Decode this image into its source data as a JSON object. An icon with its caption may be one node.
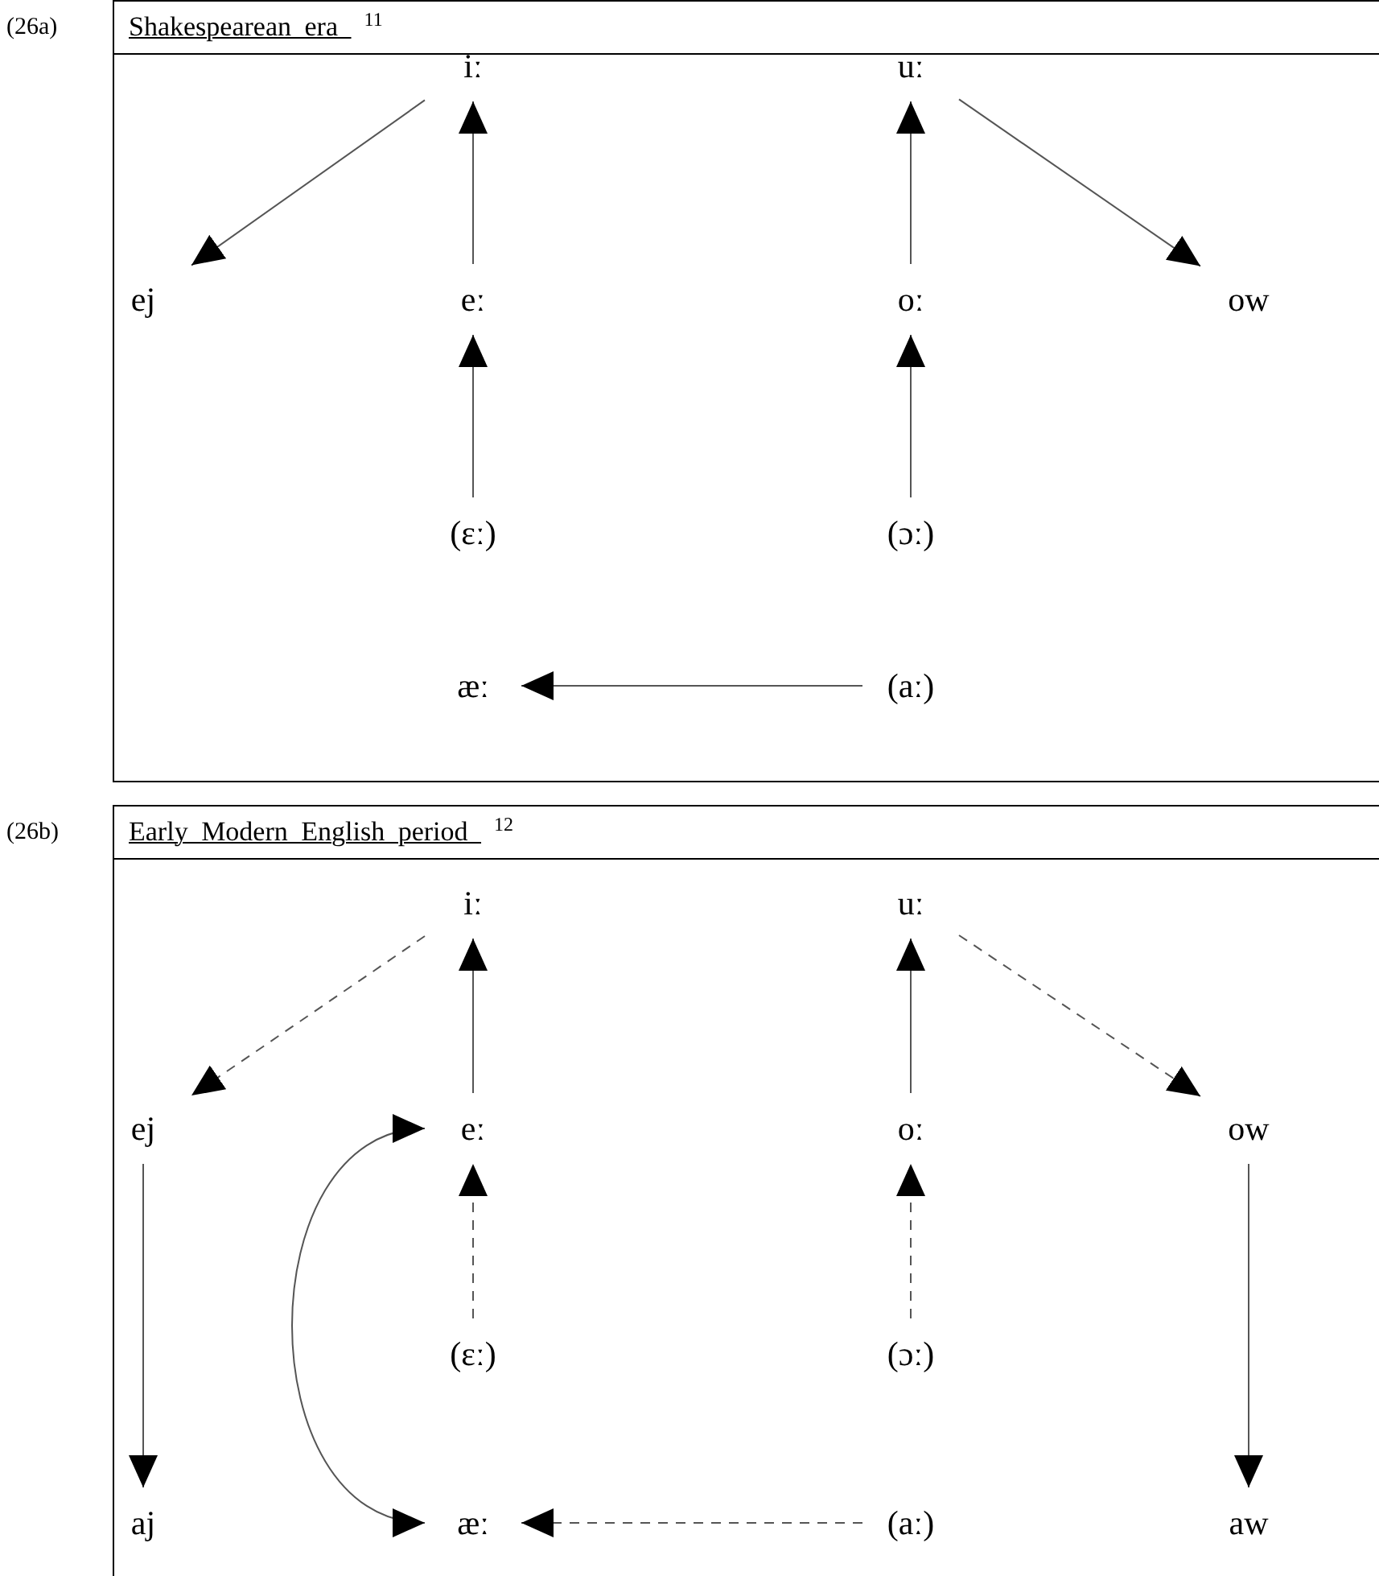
{
  "diagram": {
    "nodes": [
      {
        "text": [
          "Shakespearean era $^{11}$"
        ]
      },
      {
        "text": [
          "iː"
        ],
        "in": 0
      },
      {
        "text": [
          "uː"
        ],
        "in": 0
      },
      {
        "text": [
          "ej"
        ],
        "in": 0
      },
      {
        "text": [
          "eː"
        ],
        "in": 0
      },
      {
        "text": [
          "oː"
        ],
        "in": 0
      },
      {
        "text": [
          "ow"
        ],
        "in": 0
      },
      {
        "text": [
          "(ɛː)"
        ],
        "in": 0
      },
      {
        "text": [
          "(ɔː)"
        ],
        "in": 0
      },
      {
        "text": [
          "æː"
        ],
        "in": 0
      },
      {
        "text": [
          "(aː)"
        ],
        "in": 0
      },
      {
        "text": [
          "Early Modern English period $^{12}$"
        ]
      },
      {
        "text": [
          "iː"
        ],
        "in": 11
      },
      {
        "text": [
          "uː"
        ],
        "in": 11
      },
      {
        "text": [
          "ej"
        ],
        "in": 11
      },
      {
        "text": [
          "eː"
        ],
        "in": 11
      },
      {
        "text": [
          "oː"
        ],
        "in": 11
      },
      {
        "text": [
          "ow"
        ],
        "in": 11
      },
      {
        "text": [
          "(ɛː)"
        ],
        "in": 11
      },
      {
        "text": [
          "(ɔː)"
        ],
        "in": 11
      },
      {
        "text": [
          "aj"
        ],
        "in": 11
      },
      {
        "text": [
          "æː"
        ],
        "in": 11
      },
      {
        "text": [
          "(aː)"
        ],
        "in": 11
      },
      {
        "text": [
          "aw"
        ],
        "in": 11
      }
    ],
    "edges": [
      {
        "from": 1,
        "to": 3,
        "arrow": "to"
      },
      {
        "from": 4,
        "to": 1,
        "arrow": "to"
      },
      {
        "from": 2,
        "to": 6,
        "arrow": "to"
      },
      {
        "from": 5,
        "to": 2,
        "arrow": "to"
      },
      {
        "from": 7,
        "to": 4,
        "arrow": "to"
      },
      {
        "from": 8,
        "to": 5,
        "arrow": "to"
      },
      {
        "from": 10,
        "to": 9,
        "arrow": "to"
      },
      {
        "from": 12,
        "to": 14,
        "arrow": "to",
        "style": "dashed"
      },
      {
        "from": 15,
        "to": 12,
        "arrow": "to"
      },
      {
        "from": 13,
        "to": 17,
        "arrow": "to",
        "style": "dashed"
      },
      {
        "from": 16,
        "to": 13,
        "arrow": "to"
      },
      {
        "from": 18,
        "to": 15,
        "arrow": "to",
        "style": "dashed"
      },
      {
        "from": 19,
        "to": 16,
        "arrow": "to",
        "style": "dashed"
      },
      {
        "from": 14,
        "to": 20,
        "arrow": "to"
      },
      {
        "from": 17,
        "to": 23,
        "arrow": "to"
      },
      {
        "from": 21,
        "to": 15,
        "arrow": "both"
      },
      {
        "from": 22,
        "to": 21,
        "arrow": "to",
        "style": "dashed"
      }
    ],
    "labels": [
      "(26a)",
      "(26b)"
    ]
  }
}
